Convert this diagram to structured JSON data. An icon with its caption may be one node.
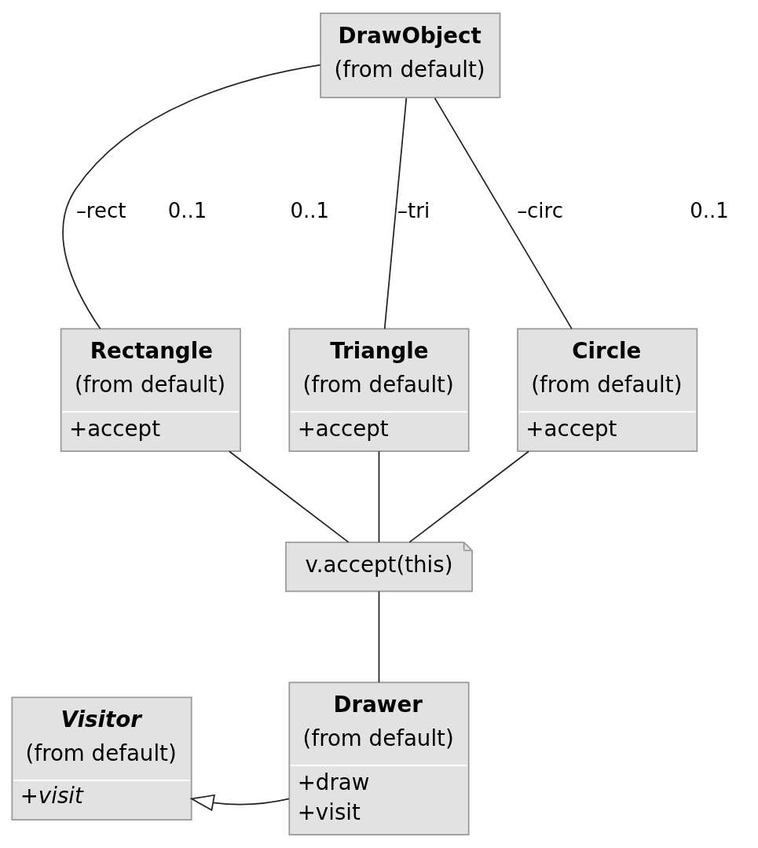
{
  "diagram": {
    "nodes": [
      {
        "text": [
          "DrawObject",
          "(from default)"
        ]
      },
      {
        "text": [
          "Rectangle",
          "(from default)",
          "+accept"
        ]
      },
      {
        "text": [
          "Triangle",
          "(from default)",
          "+accept"
        ]
      },
      {
        "text": [
          "Circle",
          "(from default)",
          "+accept"
        ]
      },
      {
        "text": [
          "v.accept(this)"
        ]
      },
      {
        "text": [
          "Visitor",
          "(from default)",
          "+visit"
        ]
      },
      {
        "text": [
          "Drawer",
          "(from default)",
          "+draw",
          "+visit"
        ]
      }
    ],
    "edges": [
      {
        "from": 0,
        "to": 1,
        "arrow": "none",
        "label": "–rect"
      },
      {
        "from": 0,
        "to": 2,
        "arrow": "none",
        "label": "–tri"
      },
      {
        "from": 0,
        "to": 3,
        "arrow": "none",
        "label": "–circ"
      },
      {
        "from": 1,
        "to": 4,
        "arrow": "none"
      },
      {
        "from": 2,
        "to": 4,
        "arrow": "none"
      },
      {
        "from": 3,
        "to": 4,
        "arrow": "none"
      },
      {
        "from": 4,
        "to": 6,
        "arrow": "none"
      },
      {
        "from": 6,
        "to": 5,
        "arrow": "to"
      }
    ],
    "labels": [
      "0..1",
      "0..1",
      "0..1"
    ]
  }
}
